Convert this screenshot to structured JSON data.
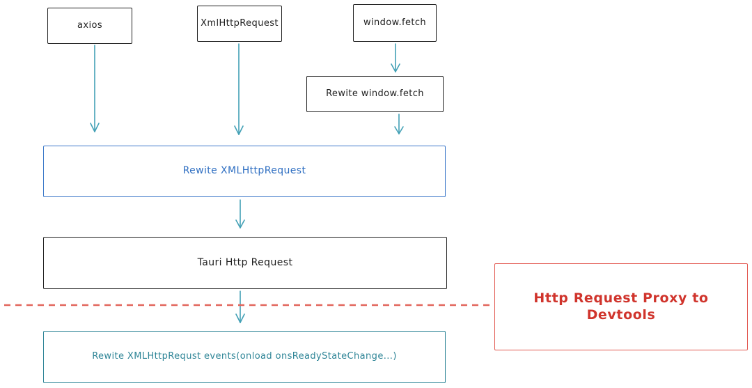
{
  "diagram": {
    "title_hint": "HTTP request rewrite flow diagram",
    "nodes": {
      "axios": {
        "label": "axios"
      },
      "xml_http_request": {
        "label": "XmlHttpRequest"
      },
      "window_fetch": {
        "label": "window.fetch"
      },
      "rewrite_window_fetch": {
        "label": "Rewite window.fetch"
      },
      "rewrite_xml_http_request": {
        "label": "Rewite XMLHttpRequest"
      },
      "tauri_http_request": {
        "label": "Tauri Http Request"
      },
      "rewrite_xhr_events": {
        "label": "Rewite XMLHttpRequst events(onload onsReadyStateChange...)"
      },
      "http_request_proxy_devtools": {
        "label": "Http Request Proxy to Devtools"
      }
    },
    "edges": [
      {
        "from": "axios",
        "to": "rewrite_xml_http_request"
      },
      {
        "from": "xml_http_request",
        "to": "rewrite_xml_http_request"
      },
      {
        "from": "window_fetch",
        "to": "rewrite_window_fetch"
      },
      {
        "from": "rewrite_window_fetch",
        "to": "rewrite_xml_http_request"
      },
      {
        "from": "rewrite_xml_http_request",
        "to": "tauri_http_request"
      },
      {
        "from": "tauri_http_request",
        "to": "rewrite_xhr_events"
      }
    ],
    "boundary": {
      "style": "dashed",
      "connects_to": "http_request_proxy_devtools"
    },
    "colors": {
      "black": "#1f1f1f",
      "teal": "#42a0b5",
      "teal_dark": "#2d8496",
      "blue": "#3b78c9",
      "blue_text": "#2f6fc2",
      "red": "#e2574f",
      "red_text": "#d0342c",
      "red_dash": "#e2655c",
      "background": "#ffffff"
    }
  }
}
